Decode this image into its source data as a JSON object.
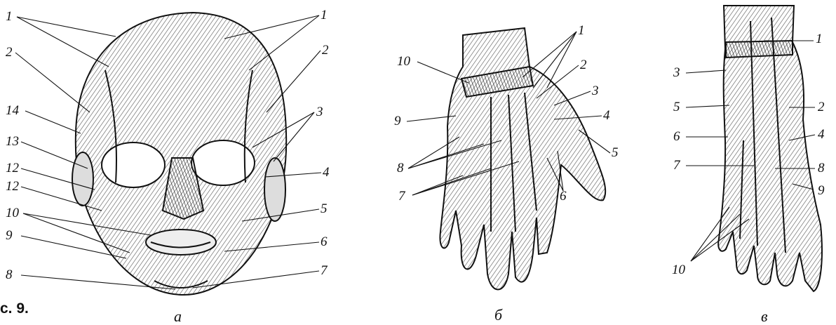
{
  "figure_caption": "с. 9.",
  "subfigures": [
    {
      "id": "a",
      "caption": "а",
      "labels": [
        "1",
        "1",
        "2",
        "2",
        "14",
        "3",
        "13",
        "4",
        "12",
        "12",
        "5",
        "10",
        "9",
        "6",
        "8",
        "7"
      ]
    },
    {
      "id": "b",
      "caption": "б",
      "labels": [
        "1",
        "10",
        "2",
        "3",
        "4",
        "9",
        "5",
        "8",
        "7",
        "6"
      ]
    },
    {
      "id": "c",
      "caption": "в",
      "labels": [
        "1",
        "3",
        "5",
        "2",
        "6",
        "4",
        "7",
        "8",
        "9",
        "10"
      ]
    }
  ]
}
